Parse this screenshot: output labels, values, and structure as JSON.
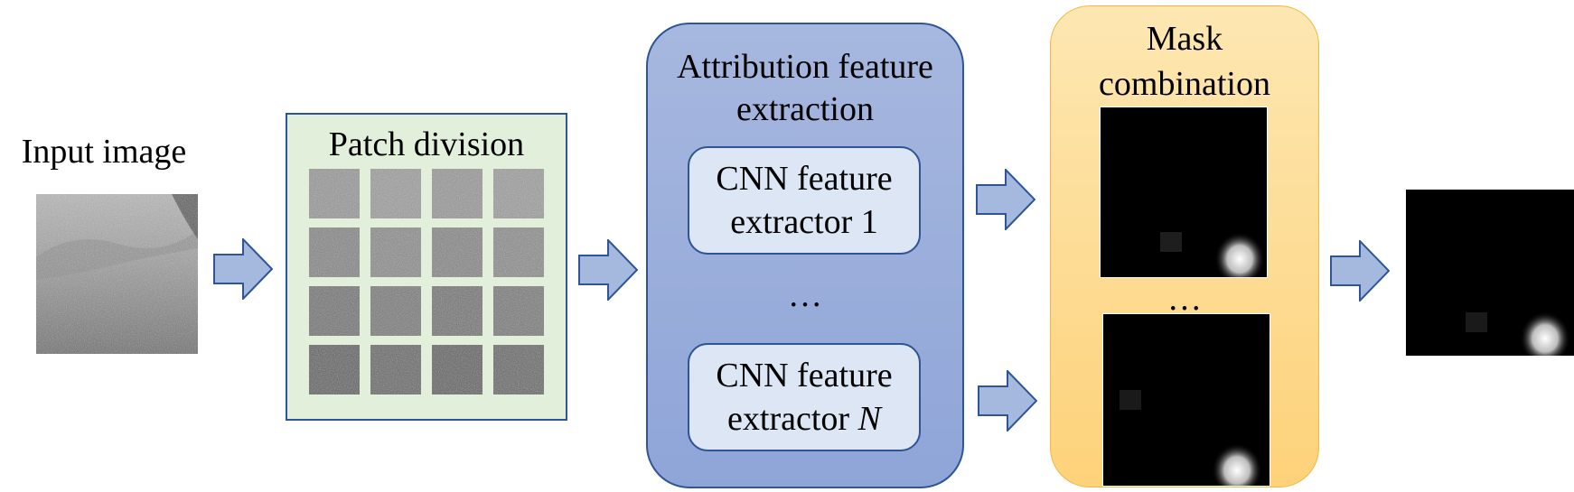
{
  "diagram": {
    "input": {
      "label": "Input image"
    },
    "patch_division": {
      "label": "Patch division",
      "grid_rows": 4,
      "grid_cols": 4
    },
    "attribution": {
      "title_line1": "Attribution feature",
      "title_line2": "extraction",
      "extractor_first": {
        "line1": "CNN feature",
        "line2": "extractor 1"
      },
      "ellipsis": "…",
      "extractor_last": {
        "line1": "CNN feature",
        "line2_prefix": "extractor ",
        "line2_var": "N"
      }
    },
    "mask_combination": {
      "title_line1": "Mask",
      "title_line2": "combination",
      "ellipsis": "…"
    },
    "output": {
      "label": ""
    },
    "colors": {
      "arrow_fill": "#a5b9de",
      "arrow_stroke": "#2e5597",
      "patch_panel_bg": "#e2efda",
      "attr_panel_bg": "#9aaddc",
      "cnn_box_bg": "#dce6f4",
      "mask_panel_bg": "#fdd98c"
    }
  }
}
